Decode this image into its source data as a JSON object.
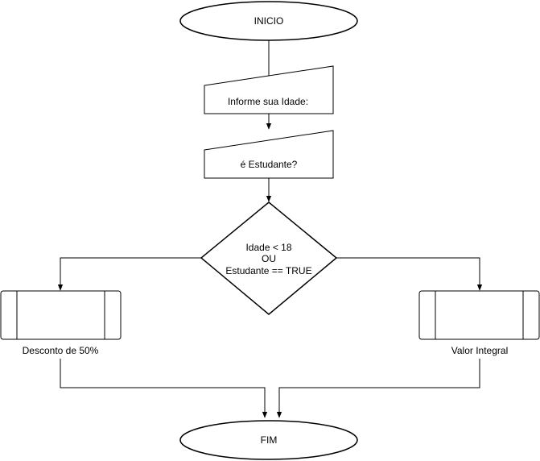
{
  "diagram": {
    "start": {
      "label": "INICIO"
    },
    "input_age": {
      "label": "Informe sua Idade:"
    },
    "input_student": {
      "label": "é Estudante?"
    },
    "decision": {
      "lines": [
        "Idade < 18",
        "OU",
        "Estudante == TRUE"
      ]
    },
    "branch_left": {
      "label": "Desconto de 50%"
    },
    "branch_right": {
      "label": "Valor Integral"
    },
    "end": {
      "label": "FIM"
    }
  },
  "colors": {
    "stroke": "#000000",
    "fill": "#ffffff",
    "text": "#000000"
  }
}
